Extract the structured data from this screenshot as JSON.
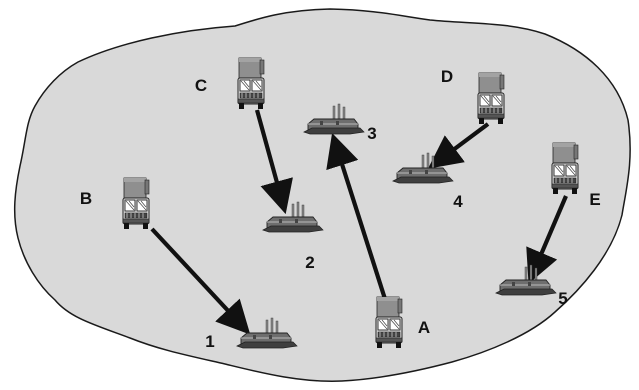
{
  "colors": {
    "region_fill": "#d9d9d9",
    "region_stroke": "#1a1a1a",
    "arrow": "#111111",
    "truck_body": "#8f8f8f",
    "factory": "#6e6e6e"
  },
  "trucks": [
    {
      "id": "A",
      "label": "A"
    },
    {
      "id": "B",
      "label": "B"
    },
    {
      "id": "C",
      "label": "C"
    },
    {
      "id": "D",
      "label": "D"
    },
    {
      "id": "E",
      "label": "E"
    }
  ],
  "sites": [
    {
      "id": "1",
      "label": "1"
    },
    {
      "id": "2",
      "label": "2"
    },
    {
      "id": "3",
      "label": "3"
    },
    {
      "id": "4",
      "label": "4"
    },
    {
      "id": "5",
      "label": "5"
    }
  ],
  "routes": [
    {
      "from": "A",
      "to": "3"
    },
    {
      "from": "B",
      "to": "1"
    },
    {
      "from": "C",
      "to": "2"
    },
    {
      "from": "D",
      "to": "4"
    },
    {
      "from": "E",
      "to": "5"
    }
  ]
}
